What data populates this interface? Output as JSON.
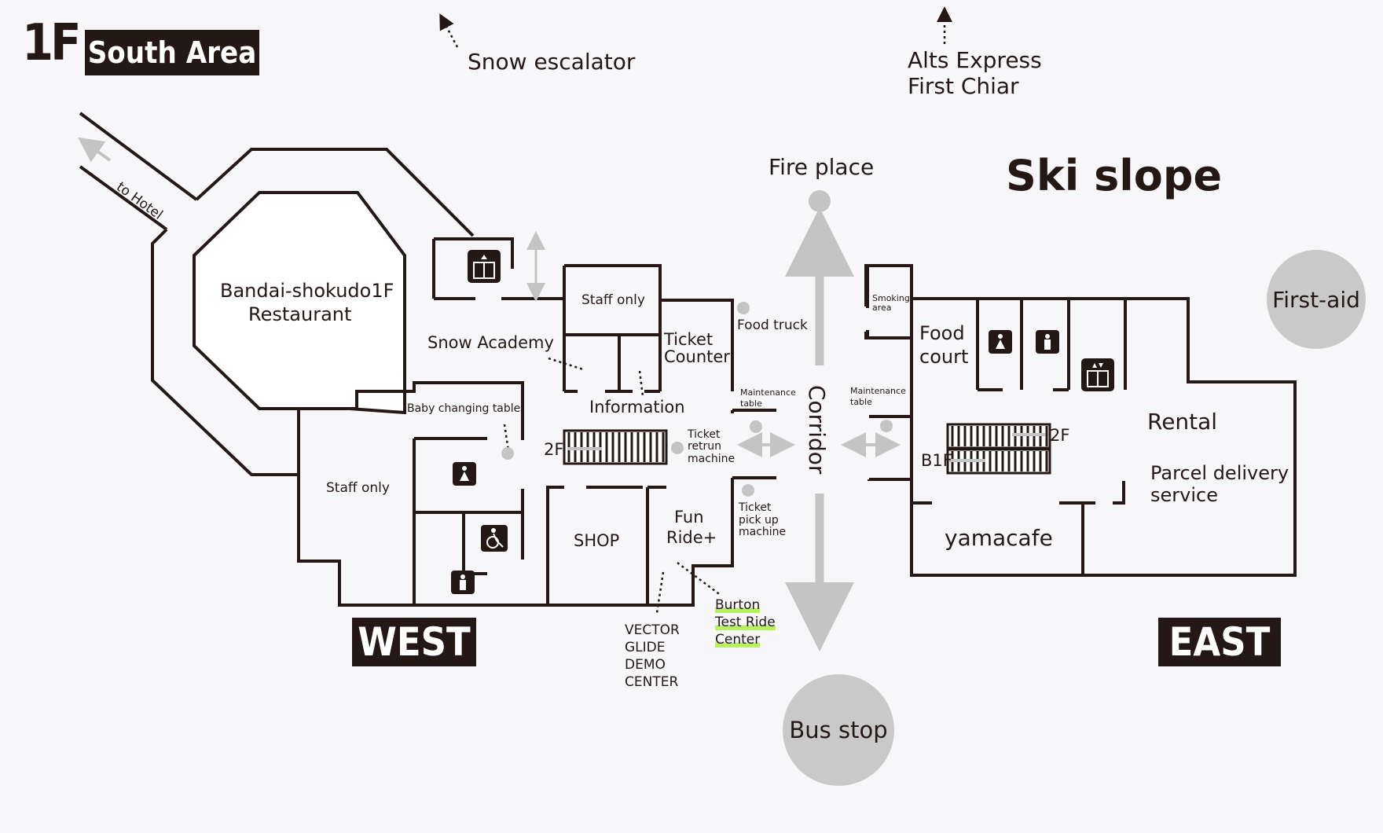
{
  "header": {
    "floor": "1F",
    "area": "South Area"
  },
  "directions": {
    "snow_escalator": "Snow escalator",
    "alts_express_line1": "Alts Express",
    "alts_express_line2": "First Chiar",
    "to_hotel": "to Hotel"
  },
  "outdoor": {
    "ski_slope": "Ski slope",
    "fire_place": "Fire place",
    "corridor": "Corridor",
    "first_aid": "First-aid",
    "bus_stop": "Bus stop"
  },
  "west": {
    "badge": "WEST",
    "restaurant_line1": "Bandai-shokudo1F",
    "restaurant_line2": "Restaurant",
    "snow_academy": "Snow Academy",
    "staff_only_top": "Staff only",
    "ticket_counter_line1": "Ticket",
    "ticket_counter_line2": "Counter",
    "food_truck": "Food truck",
    "maintenance_line1": "Maintenance",
    "maintenance_line2": "table",
    "information": "Information",
    "baby_changing": "Baby changing table",
    "escalator_2f": "2F",
    "ticket_return_line1": "Ticket",
    "ticket_return_line2": "retrun",
    "ticket_return_line3": "machine",
    "staff_only_left": "Staff only",
    "shop": "SHOP",
    "fun_ride_line1": "Fun",
    "fun_ride_line2": "Ride+",
    "ticket_pickup_line1": "Ticket",
    "ticket_pickup_line2": "pick up",
    "ticket_pickup_line3": "machine",
    "vector_line1": "VECTOR",
    "vector_line2": "GLIDE",
    "vector_line3": "DEMO",
    "vector_line4": "CENTER",
    "burton_line1": "Burton",
    "burton_line2": "Test Ride",
    "burton_line3": "Center"
  },
  "east": {
    "badge": "EAST",
    "smoking_line1": "Smoking",
    "smoking_line2": "area",
    "food_court_line1": "Food",
    "food_court_line2": "court",
    "maintenance_line1": "Maintenance",
    "maintenance_line2": "table",
    "escalator_2f": "2F",
    "escalator_b1f": "B1F",
    "rental": "Rental",
    "parcel_line1": "Parcel delivery",
    "parcel_line2": "service",
    "yamacafe": "yamacafe"
  },
  "colors": {
    "ink": "#231815",
    "background": "#f7f7f9",
    "gray": "#c9c9c9",
    "highlight": "#b8f25a"
  }
}
